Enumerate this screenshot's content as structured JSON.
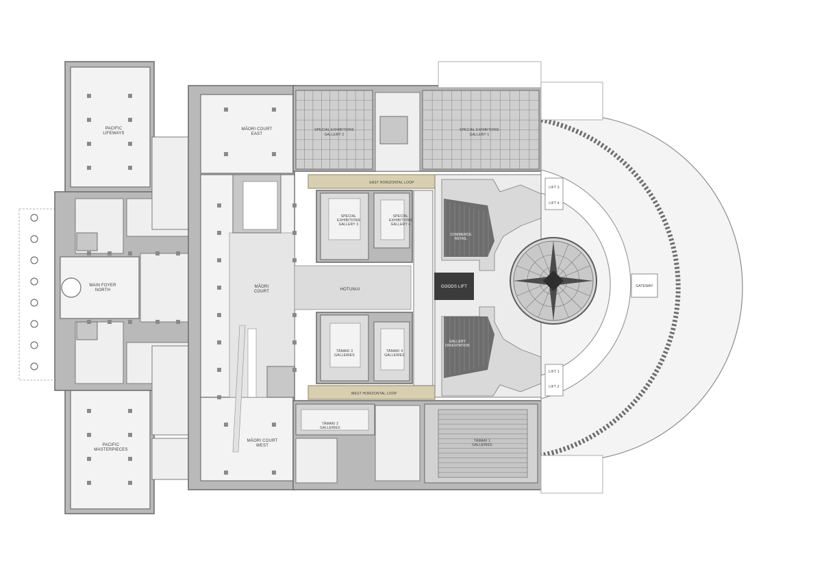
{
  "plan": {
    "rooms": {
      "pacific_lifeways": [
        "PACIFIC",
        "LIFEWAYS"
      ],
      "pacific_masterpieces": [
        "PACIFIC",
        "MASTERPIECES"
      ],
      "main_foyer_north": [
        "MAIN FOYER",
        "NORTH"
      ],
      "maori_court_east": [
        "MĀORI COURT",
        "EAST"
      ],
      "maori_court": [
        "MĀORI",
        "COURT"
      ],
      "maori_court_west": [
        "MĀORI COURT",
        "WEST"
      ],
      "special_exhibitions_gallery_2": [
        "SPECIAL EXHIBITIONS",
        "GALLERY 2"
      ],
      "special_exhibitions_gallery_1": [
        "SPECIAL EXHIBITIONS",
        "GALLERY 1"
      ],
      "special_exhibitions_gallery_3": [
        "SPECIAL",
        "EXHIBITIONS",
        "GALLERY 3"
      ],
      "special_exhibitions_gallery_4": [
        "SPECIAL",
        "EXHIBITIONS",
        "GALLERY 4"
      ],
      "east_horizontal_loop": "EAST HORIZONTAL LOOP",
      "west_horizontal_loop": "WEST HORIZONTAL LOOP",
      "hotunui": "HOTUNUI",
      "goods_lift": "GOODS LIFT",
      "tamaki_3_galleries": [
        "TĀMAKI 3",
        "GALLERIES"
      ],
      "tamaki_4_galleries": [
        "TĀMAKI 4",
        "GALLERIES"
      ],
      "tamaki_2_galleries": [
        "TĀMAKI 2",
        "GALLERIES"
      ],
      "tamaki_1_galleries": [
        "TĀMAKI 1",
        "GALLERIES"
      ],
      "gateway": "GATEWAY",
      "commerce_retail": [
        "COMMERCE",
        "RETAIL"
      ],
      "gallery_orientation": [
        "GALLERY",
        "ORIENTATION"
      ],
      "lift_1": "LIFT 1",
      "lift_2": "LIFT 2",
      "lift_3": "LIFT 3",
      "lift_4": "LIFT 4"
    }
  }
}
